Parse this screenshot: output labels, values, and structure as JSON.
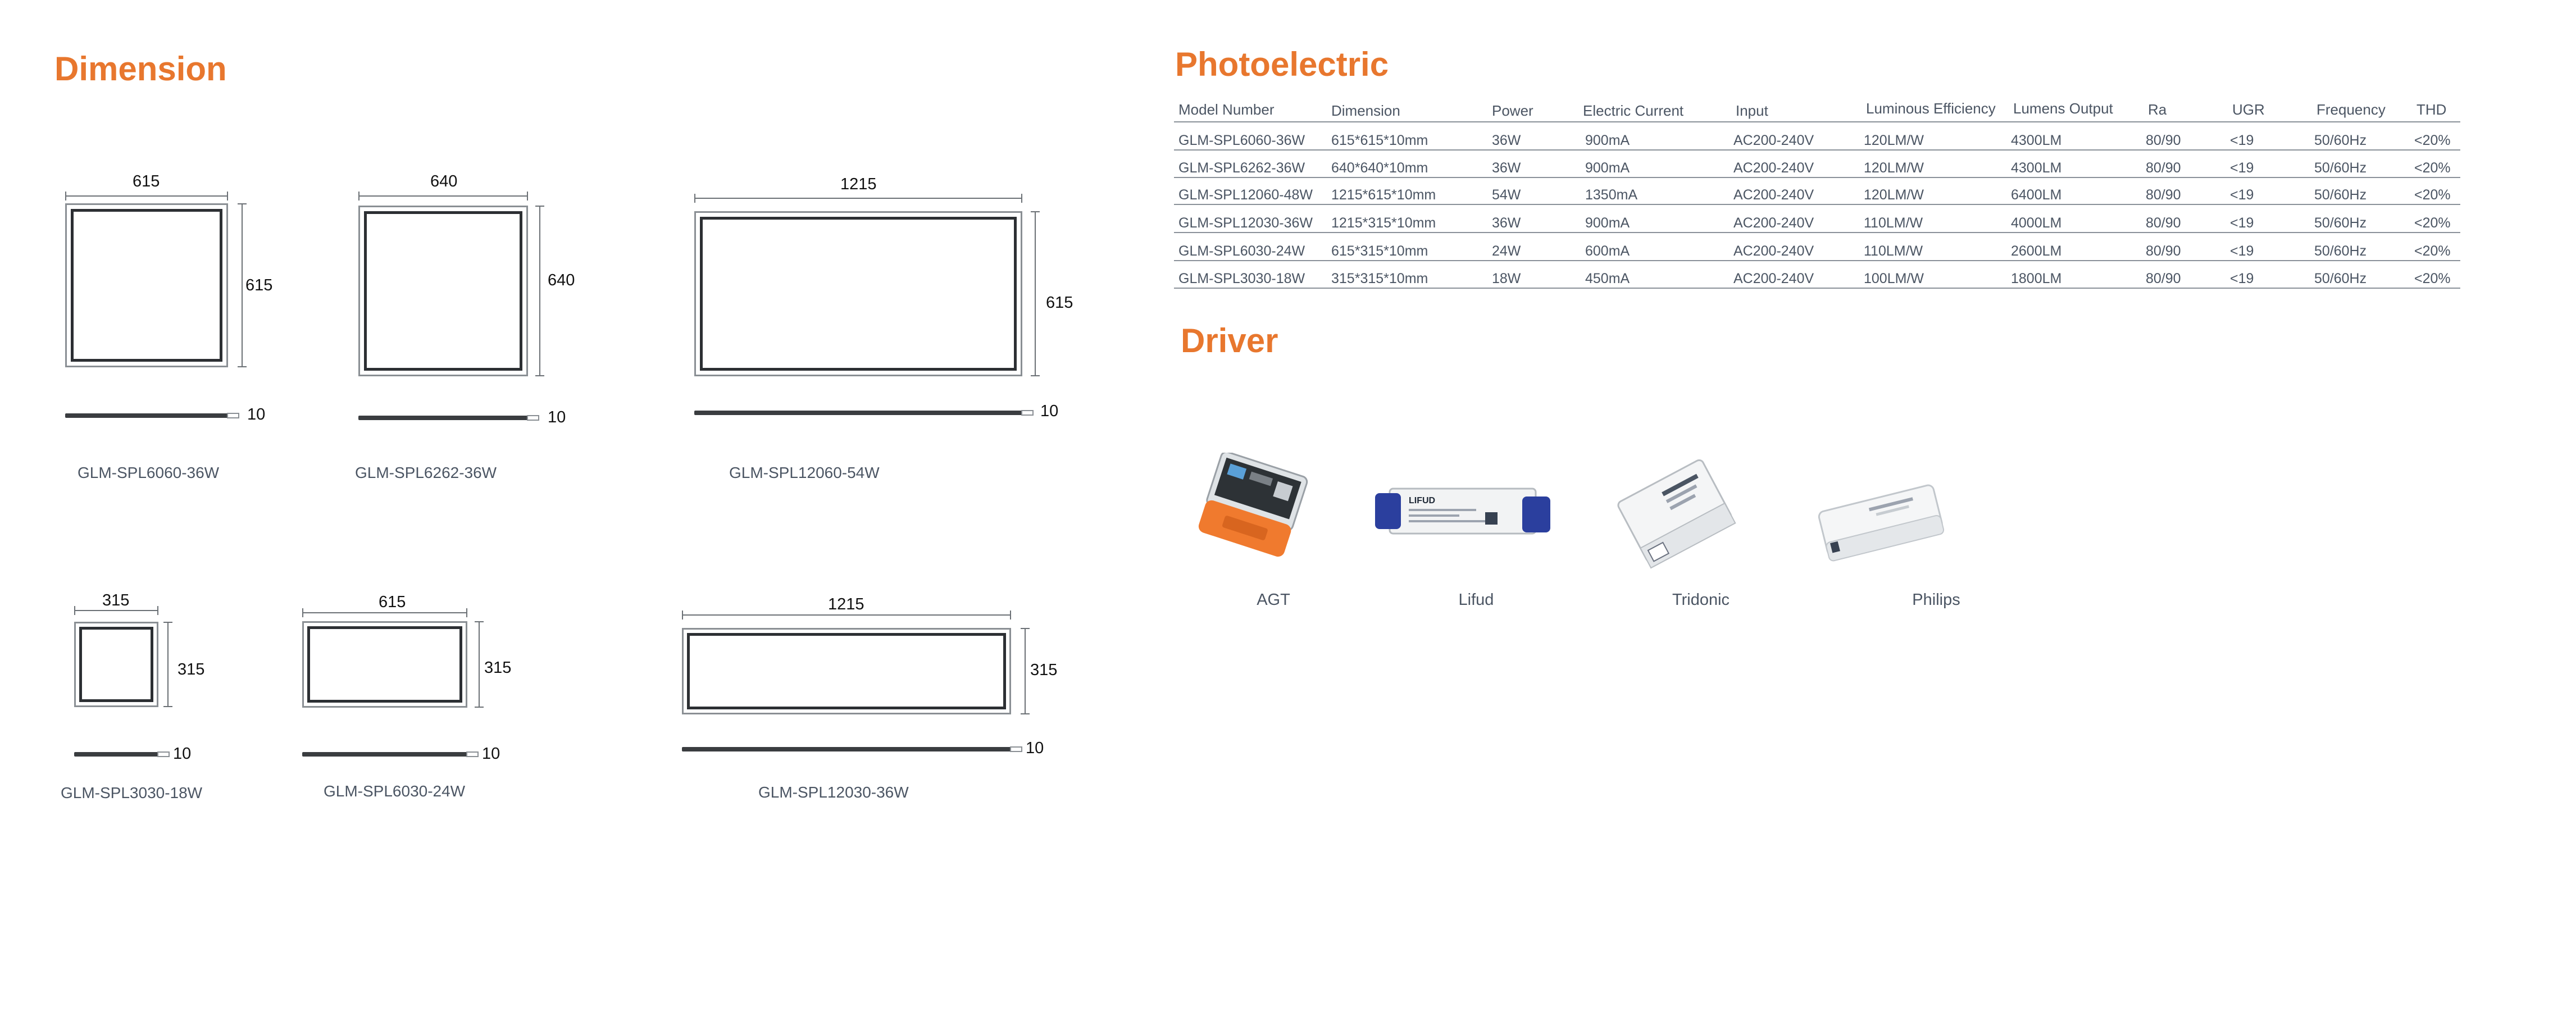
{
  "dimension": {
    "title": "Dimension",
    "panels": [
      {
        "model": "GLM-SPL6060-36W",
        "width": "615",
        "height": "615",
        "thickness": "10"
      },
      {
        "model": "GLM-SPL6262-36W",
        "width": "640",
        "height": "640",
        "thickness": "10"
      },
      {
        "model": "GLM-SPL12060-54W",
        "width": "1215",
        "height": "615",
        "thickness": "10"
      },
      {
        "model": "GLM-SPL3030-18W",
        "width": "315",
        "height": "315",
        "thickness": "10"
      },
      {
        "model": "GLM-SPL6030-24W",
        "width": "615",
        "height": "315",
        "thickness": "10"
      },
      {
        "model": "GLM-SPL12030-36W",
        "width": "1215",
        "height": "315",
        "thickness": "10"
      }
    ]
  },
  "photoelectric": {
    "title": "Photoelectric",
    "headers": [
      "Model Number",
      "Dimension",
      "Power",
      "Electric Current",
      "Input",
      "Luminous Efficiency",
      "Lumens Output",
      "Ra",
      "UGR",
      "Frequency",
      "THD"
    ],
    "rows": [
      [
        "GLM-SPL6060-36W",
        "615*615*10mm",
        "36W",
        "900mA",
        "AC200-240V",
        "120LM/W",
        "4300LM",
        "80/90",
        "<19",
        "50/60Hz",
        "<20%"
      ],
      [
        "GLM-SPL6262-36W",
        "640*640*10mm",
        "36W",
        "900mA",
        "AC200-240V",
        "120LM/W",
        "4300LM",
        "80/90",
        "<19",
        "50/60Hz",
        "<20%"
      ],
      [
        "GLM-SPL12060-48W",
        "1215*615*10mm",
        "54W",
        "1350mA",
        "AC200-240V",
        "120LM/W",
        "6400LM",
        "80/90",
        "<19",
        "50/60Hz",
        "<20%"
      ],
      [
        "GLM-SPL12030-36W",
        "1215*315*10mm",
        "36W",
        "900mA",
        "AC200-240V",
        "110LM/W",
        "4000LM",
        "80/90",
        "<19",
        "50/60Hz",
        "<20%"
      ],
      [
        "GLM-SPL6030-24W",
        "615*315*10mm",
        "24W",
        "600mA",
        "AC200-240V",
        "110LM/W",
        "2600LM",
        "80/90",
        "<19",
        "50/60Hz",
        "<20%"
      ],
      [
        "GLM-SPL3030-18W",
        "315*315*10mm",
        "18W",
        "450mA",
        "AC200-240V",
        "100LM/W",
        "1800LM",
        "80/90",
        "<19",
        "50/60Hz",
        "<20%"
      ]
    ]
  },
  "driver": {
    "title": "Driver",
    "items": [
      {
        "label": "AGT"
      },
      {
        "label": "Lifud"
      },
      {
        "label": "Tridonic"
      },
      {
        "label": "Philips"
      }
    ],
    "lifud_logo_text": "LIFUD"
  },
  "colors": {
    "accent": "#e8772e",
    "text": "#4b5563",
    "agt_orange": "#f07a2e",
    "lifud_blue": "#2b3f9e"
  }
}
